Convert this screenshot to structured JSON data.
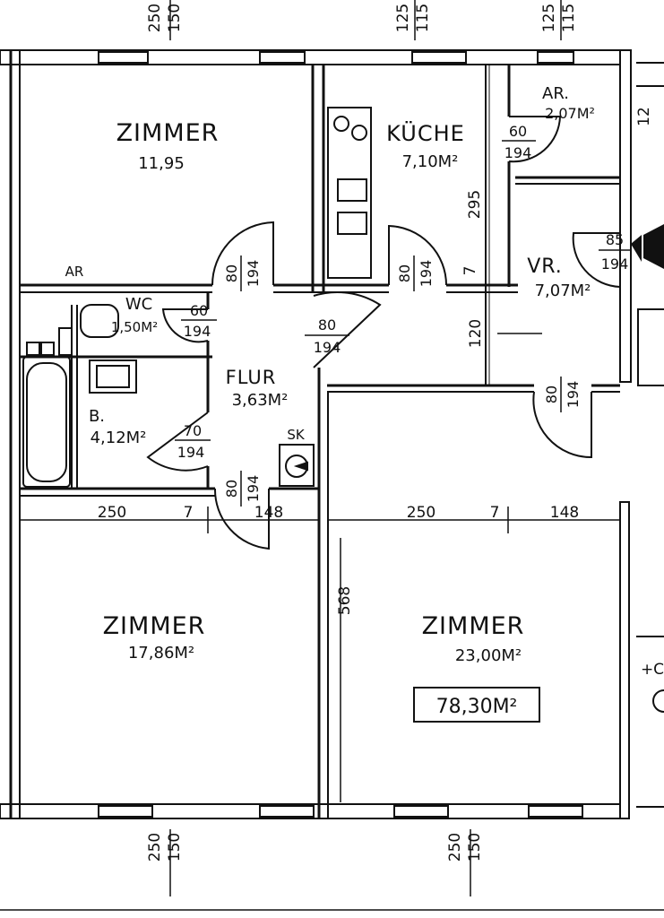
{
  "rooms": {
    "zimmer_top_left": {
      "name": "ZIMMER",
      "area": "11,95"
    },
    "kueche": {
      "name": "KÜCHE",
      "area": "7,10M²"
    },
    "abstellraum": {
      "name": "AR.",
      "area": "2,07M²"
    },
    "vorraum": {
      "name": "VR.",
      "area": "7,07M²"
    },
    "wc": {
      "name": "WC",
      "area": "1,50M²"
    },
    "ar_small": {
      "name": "AR"
    },
    "flur": {
      "name": "FLUR",
      "area": "3,63M²"
    },
    "bad": {
      "name": "B.",
      "area": "4,12M²"
    },
    "sk": {
      "name": "SK"
    },
    "zimmer_bottom_left": {
      "name": "ZIMMER",
      "area": "17,86M²"
    },
    "zimmer_bottom_right": {
      "name": "ZIMMER",
      "area": "23,00M²"
    }
  },
  "total_area": "78,30M²",
  "doors": {
    "kueche_ar": {
      "width": "60",
      "height": "194"
    },
    "vr_entry": {
      "width": "85",
      "height": "194"
    },
    "wc": {
      "width": "60",
      "height": "194"
    },
    "flur_main": {
      "width": "80",
      "height": "194"
    },
    "bad": {
      "width": "70",
      "height": "194"
    },
    "zimmer_tl_v": {
      "width": "80",
      "height": "194"
    },
    "kueche_v": {
      "width": "80",
      "height": "194"
    },
    "zimmer_bl_v": {
      "width": "80",
      "height": "194"
    },
    "zimmer_br_v": {
      "width": "80",
      "height": "194"
    }
  },
  "dimensions": {
    "top_1a": "250",
    "top_1b": "150",
    "top_2a": "125",
    "top_2b": "115",
    "top_3a": "125",
    "top_3b": "115",
    "row_left_a": "250",
    "row_left_b": "7",
    "row_left_c": "148",
    "row_right_a": "250",
    "row_right_b": "7",
    "row_right_c": "148",
    "kueche_v": "295",
    "kueche_7": "7",
    "vr_120": "120",
    "room_568": "568",
    "bottom_1a": "250",
    "bottom_1b": "150",
    "bottom_2a": "250",
    "bottom_2b": "150"
  },
  "edge_marks": {
    "right_12": "12",
    "right_plus": "+C"
  }
}
